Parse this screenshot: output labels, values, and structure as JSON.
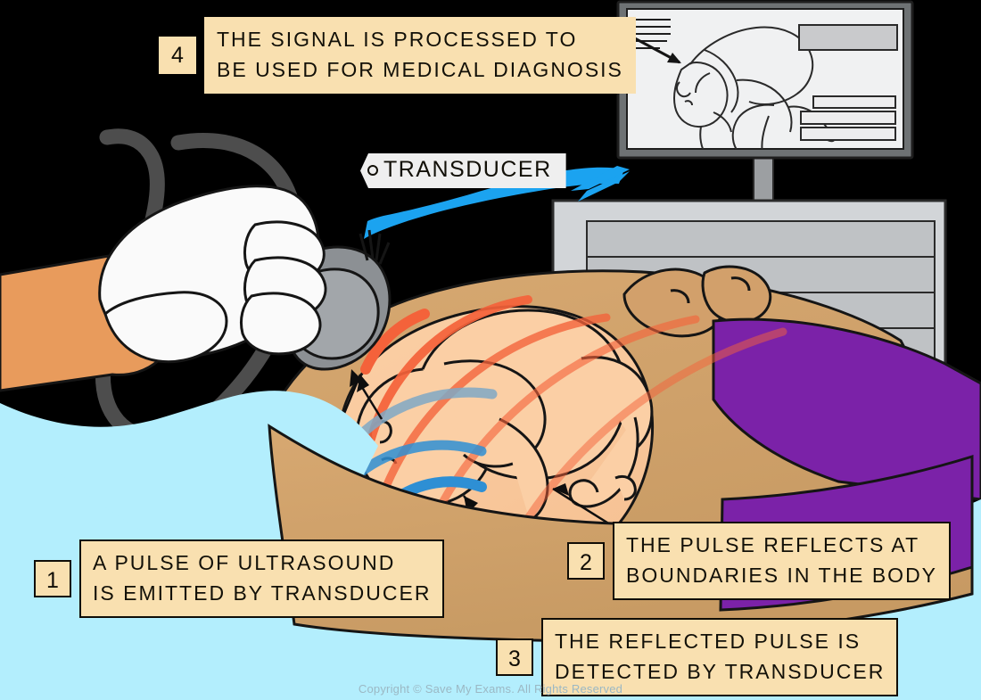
{
  "figure": {
    "title": "Ultrasound scanning procedure diagram",
    "background_color": "#000000",
    "bed_color": "#B3EEFD",
    "label_fill_color": "#F9E0B0",
    "label_border_color": "#100D06",
    "emitted_pulse_color": "#F4623A",
    "reflected_pulse_color": "#2E8FD4",
    "machine_color": "#D2D5D8",
    "probe_color": "#8C9094",
    "glove_color": "#FAFAFA",
    "operator_skin_color": "#E89B5C",
    "patient_skin_color": "#D2A06B",
    "gown_color": "#7B22A8",
    "arrow_color": "#1BA3F0"
  },
  "callouts": [
    {
      "number": "1",
      "text": "A PULSE OF ULTRASOUND\nIS EMITTED BY TRANSDUCER",
      "numbered_box_bordered": true
    },
    {
      "number": "2",
      "text": "THE PULSE REFLECTS AT\nBOUNDARIES IN THE BODY",
      "numbered_box_bordered": true
    },
    {
      "number": "3",
      "text": "THE REFLECTED PULSE IS\nDETECTED BY TRANSDUCER",
      "numbered_box_bordered": true
    },
    {
      "number": "4",
      "text": "THE SIGNAL IS PROCESSED TO\nBE USED FOR MEDICAL DIAGNOSIS",
      "numbered_box_bordered": false
    }
  ],
  "tag_label": {
    "text": "TRANSDUCER"
  },
  "monitor": {
    "description": "Ultrasound display showing fetal scan image"
  },
  "footer": {
    "copyright": "Copyright © Save My Exams. All Rights Reserved"
  }
}
